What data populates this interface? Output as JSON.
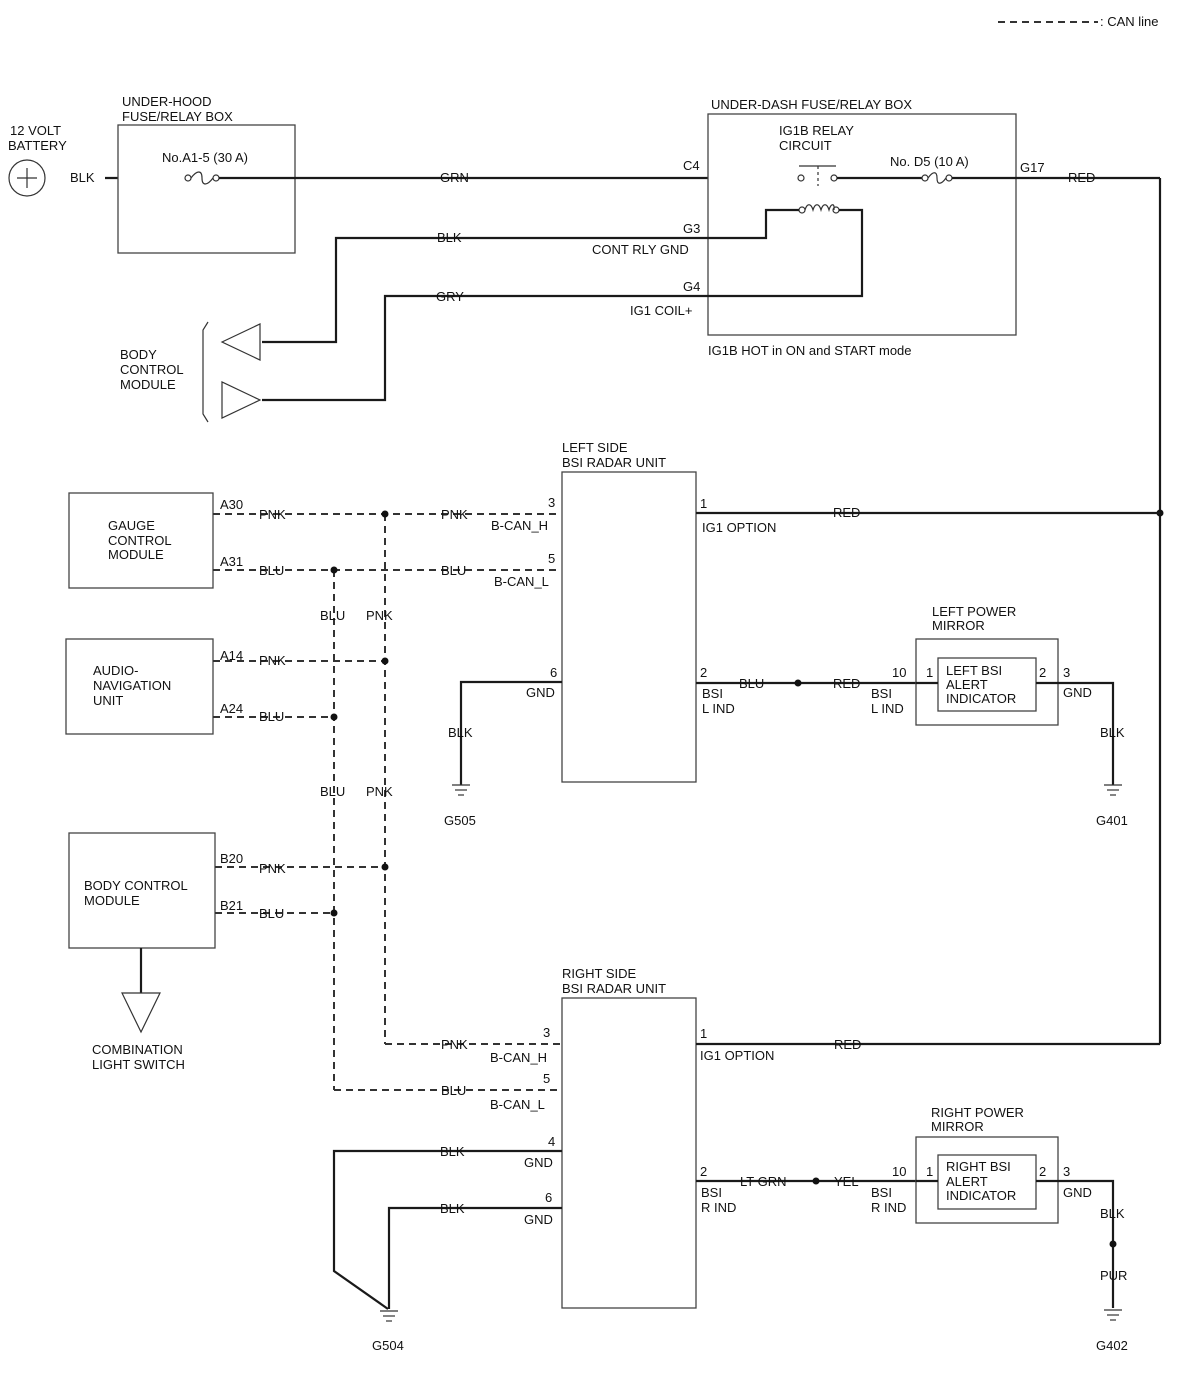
{
  "legend": {
    "can_line": ": CAN line"
  },
  "battery": {
    "line1": "12 VOLT",
    "line2": "BATTERY",
    "wire": "BLK"
  },
  "underhood": {
    "line1": "UNDER-HOOD",
    "line2": "FUSE/RELAY BOX",
    "fuse": "No.A1-5 (30 A)"
  },
  "feed_wire": "GRN",
  "underdash": {
    "title": "UNDER-DASH FUSE/RELAY BOX",
    "relay_line1": "IG1B RELAY",
    "relay_line2": "CIRCUIT",
    "fuse": "No. D5 (10 A)",
    "pin_c4": "C4",
    "pin_g17": "G17",
    "out_wire": "RED",
    "pin_g3": "G3",
    "g3_label": "CONT RLY GND",
    "pin_g4": "G4",
    "g4_label": "IG1 COIL+",
    "note": "IG1B HOT in ON and START mode"
  },
  "bcm_top": {
    "line1": "BODY",
    "line2": "CONTROL",
    "line3": "MODULE",
    "wire_blk": "BLK",
    "wire_gry": "GRY"
  },
  "gauge": {
    "line1": "GAUGE",
    "line2": "CONTROL",
    "line3": "MODULE",
    "pin_a30": "A30",
    "pin_a31": "A31"
  },
  "audio": {
    "line1": "AUDIO-",
    "line2": "NAVIGATION",
    "line3": "UNIT",
    "pin_a14": "A14",
    "pin_a24": "A24"
  },
  "bcm_mid": {
    "line1": "BODY CONTROL",
    "line2": "MODULE",
    "pin_b20": "B20",
    "pin_b21": "B21"
  },
  "combo_switch": {
    "line1": "COMBINATION",
    "line2": "LIGHT SWITCH"
  },
  "wires": {
    "pnk": "PNK",
    "blu": "BLU",
    "blk": "BLK",
    "red": "RED",
    "yel": "YEL",
    "lt_grn": "LT GRN",
    "pur": "PUR"
  },
  "left_radar": {
    "line1": "LEFT SIDE",
    "line2": "BSI RADAR UNIT",
    "pin3": "3",
    "pin3_label": "B-CAN_H",
    "pin5": "5",
    "pin5_label": "B-CAN_L",
    "pin6": "6",
    "pin6_label": "GND",
    "pin1": "1",
    "pin1_label": "IG1 OPTION",
    "pin2": "2",
    "pin2_label1": "BSI",
    "pin2_label2": "L IND"
  },
  "right_radar": {
    "line1": "RIGHT SIDE",
    "line2": "BSI RADAR UNIT",
    "pin3": "3",
    "pin3_label": "B-CAN_H",
    "pin5": "5",
    "pin5_label": "B-CAN_L",
    "pin4": "4",
    "pin4_label": "GND",
    "pin6": "6",
    "pin6_label": "GND",
    "pin1": "1",
    "pin1_label": "IG1 OPTION",
    "pin2": "2",
    "pin2_label1": "BSI",
    "pin2_label2": "R IND"
  },
  "left_mirror": {
    "line1": "LEFT POWER",
    "line2": "MIRROR",
    "ind1": "LEFT BSI",
    "ind2": "ALERT",
    "ind3": "INDICATOR",
    "pin10": "10",
    "pin10_l1": "BSI",
    "pin10_l2": "L IND",
    "pin1": "1",
    "pin2": "2",
    "pin3": "3",
    "pin3_label": "GND"
  },
  "right_mirror": {
    "line1": "RIGHT POWER",
    "line2": "MIRROR",
    "ind1": "RIGHT BSI",
    "ind2": "ALERT",
    "ind3": "INDICATOR",
    "pin10": "10",
    "pin10_l1": "BSI",
    "pin10_l2": "R IND",
    "pin1": "1",
    "pin2": "2",
    "pin3": "3",
    "pin3_label": "GND"
  },
  "grounds": {
    "g505": "G505",
    "g401": "G401",
    "g504": "G504",
    "g402": "G402"
  }
}
